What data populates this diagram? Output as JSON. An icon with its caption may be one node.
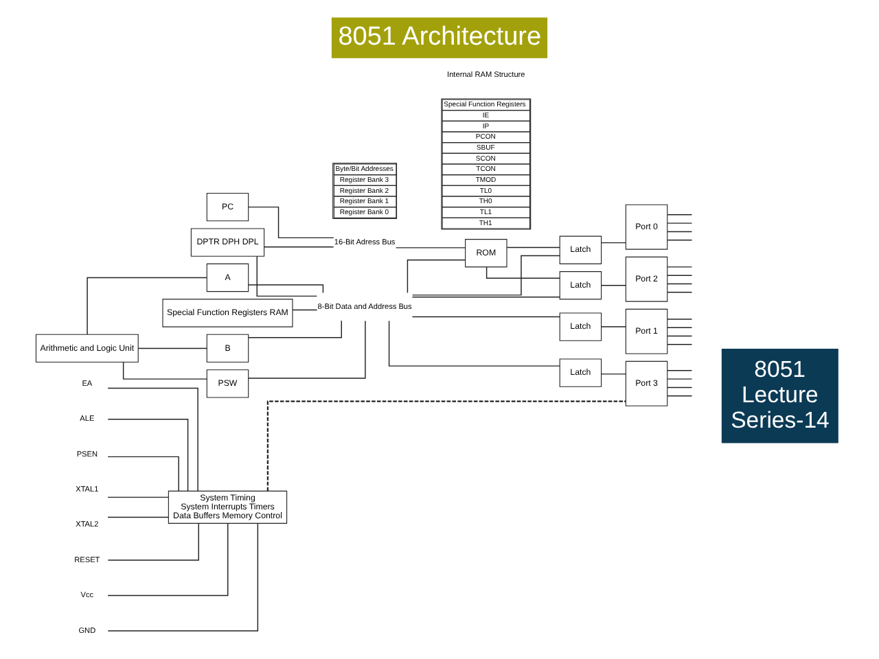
{
  "diagram": {
    "title": "8051 Architecture",
    "nodes": [
      {
        "text": [
          "Arithmetic and Logic Unit"
        ]
      },
      {
        "text": [
          "PSW"
        ]
      },
      {
        "text": [
          "Special Function Registers RAM"
        ]
      },
      {
        "text": [
          "A"
        ]
      },
      {
        "text": [
          "B"
        ]
      },
      {
        "text": [
          "8-Bit Data and Address Bus"
        ]
      },
      {
        "text": [
          "PC"
        ]
      },
      {
        "text": [
          "DPTR DPH DPL"
        ]
      },
      {
        "text": [
          "ROM"
        ]
      },
      {
        "text": [
          "16-Bit Adress Bus"
        ]
      },
      {
        "text": [
          "Latch"
        ]
      },
      {
        "text": [
          "Port 0"
        ]
      },
      {
        "text": [
          "Latch"
        ]
      },
      {
        "text": [
          "Port 1"
        ]
      },
      {
        "text": [
          "Latch"
        ]
      },
      {
        "text": [
          "Port 2"
        ]
      },
      {
        "text": [
          "Latch"
        ]
      },
      {
        "text": [
          "Port 3"
        ]
      },
      {
        "text": [
          "EA"
        ]
      },
      {
        "text": [
          "ALE"
        ]
      },
      {
        "text": [
          "PSEN"
        ]
      },
      {
        "text": [
          "XTAL1"
        ]
      },
      {
        "text": [
          "XTAL2"
        ]
      },
      {
        "text": [
          "RESET"
        ]
      },
      {
        "text": [
          "Vcc"
        ]
      },
      {
        "text": [
          "GND"
        ]
      },
      {
        "text": [
          "System Timing",
          "System Interrupts Timers",
          "Data Buffers Memory Control"
        ]
      },
      {
        "text": [
          "Byte/Bit Addresses",
          "Register Bank 3",
          "Register Bank 2",
          "Register Bank 1",
          "Register Bank 0"
        ]
      },
      {
        "text": [
          "Special Function Registers",
          "IE",
          "IP",
          "PCON",
          "SBUF",
          "SCON",
          "TCON",
          "TMOD",
          "TL0",
          "TH0",
          "TL1",
          "TH1"
        ]
      }
    ],
    "edges": [
      {
        "from": 0,
        "to": 1,
        "arrow": "none"
      },
      {
        "from": 0,
        "to": 3,
        "arrow": "none"
      },
      {
        "from": 0,
        "to": 4,
        "arrow": "none"
      },
      {
        "from": 3,
        "to": 5,
        "arrow": "none"
      },
      {
        "from": 4,
        "to": 5,
        "arrow": "none"
      },
      {
        "from": 1,
        "to": 5,
        "arrow": "none"
      },
      {
        "from": 7,
        "to": 5,
        "arrow": "none"
      },
      {
        "from": 2,
        "to": 5,
        "arrow": "none"
      },
      {
        "from": 5,
        "to": 8,
        "arrow": "none"
      },
      {
        "from": 5,
        "to": 10,
        "arrow": "none"
      },
      {
        "from": 5,
        "to": 12,
        "arrow": "none"
      },
      {
        "from": 5,
        "to": 14,
        "arrow": "none"
      },
      {
        "from": 5,
        "to": 16,
        "arrow": "none"
      },
      {
        "from": 6,
        "to": 9,
        "arrow": "none"
      },
      {
        "from": 7,
        "to": 9,
        "arrow": "none"
      },
      {
        "from": 9,
        "to": 8,
        "arrow": "none"
      },
      {
        "from": 8,
        "to": 10,
        "arrow": "none"
      },
      {
        "from": 8,
        "to": 14,
        "arrow": "none"
      },
      {
        "from": 10,
        "to": 11,
        "arrow": "none"
      },
      {
        "from": 12,
        "to": 13,
        "arrow": "none"
      },
      {
        "from": 14,
        "to": 15,
        "arrow": "none"
      },
      {
        "from": 16,
        "to": 17,
        "arrow": "none"
      },
      {
        "from": 18,
        "to": 26,
        "arrow": "none"
      },
      {
        "from": 19,
        "to": 26,
        "arrow": "none"
      },
      {
        "from": 20,
        "to": 26,
        "arrow": "none"
      },
      {
        "from": 21,
        "to": 26,
        "arrow": "none"
      },
      {
        "from": 22,
        "to": 26,
        "arrow": "none"
      },
      {
        "from": 23,
        "to": 26,
        "arrow": "none"
      },
      {
        "from": 24,
        "to": 26,
        "arrow": "none"
      },
      {
        "from": 25,
        "to": 26,
        "arrow": "none"
      },
      {
        "from": 26,
        "to": 17,
        "arrow": "none",
        "style": "dashed"
      },
      {
        "from": 11,
        "to": null,
        "arrow": "none"
      },
      {
        "from": 11,
        "to": null,
        "arrow": "none"
      },
      {
        "from": 11,
        "to": null,
        "arrow": "none"
      },
      {
        "from": 11,
        "to": null,
        "arrow": "none"
      },
      {
        "from": 13,
        "to": null,
        "arrow": "none"
      },
      {
        "from": 13,
        "to": null,
        "arrow": "none"
      },
      {
        "from": 13,
        "to": null,
        "arrow": "none"
      },
      {
        "from": 13,
        "to": null,
        "arrow": "none"
      },
      {
        "from": 15,
        "to": null,
        "arrow": "none"
      },
      {
        "from": 15,
        "to": null,
        "arrow": "none"
      },
      {
        "from": 15,
        "to": null,
        "arrow": "none"
      },
      {
        "from": 15,
        "to": null,
        "arrow": "none"
      },
      {
        "from": 17,
        "to": null,
        "arrow": "none"
      },
      {
        "from": 17,
        "to": null,
        "arrow": "none"
      },
      {
        "from": 17,
        "to": null,
        "arrow": "none"
      },
      {
        "from": 17,
        "to": null,
        "arrow": "none"
      }
    ],
    "labels": [
      "8051 Lecture Series-14",
      "Internal RAM Structure"
    ]
  }
}
